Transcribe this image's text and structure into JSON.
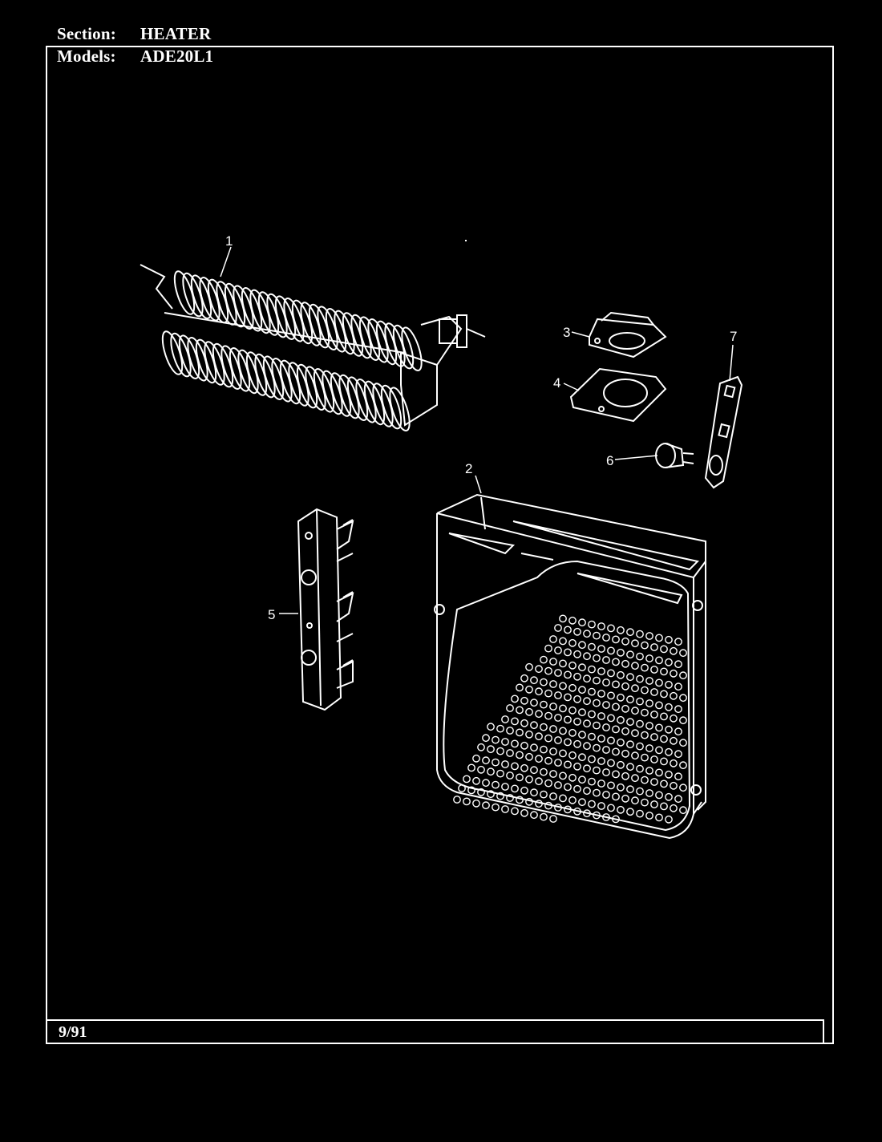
{
  "header": {
    "section_label": "Section:",
    "section_value": "HEATER",
    "models_label": "Models:",
    "models_value": "ADE20L1"
  },
  "footer": {
    "date": "9/91"
  },
  "callouts": [
    {
      "label": "1",
      "part": "heater-element"
    },
    {
      "label": "2",
      "part": "heater-box"
    },
    {
      "label": "3",
      "part": "thermostat"
    },
    {
      "label": "4",
      "part": "thermostat-gasket"
    },
    {
      "label": "5",
      "part": "terminal-block"
    },
    {
      "label": "6",
      "part": "thermal-fuse"
    },
    {
      "label": "7",
      "part": "bracket-plate"
    }
  ]
}
